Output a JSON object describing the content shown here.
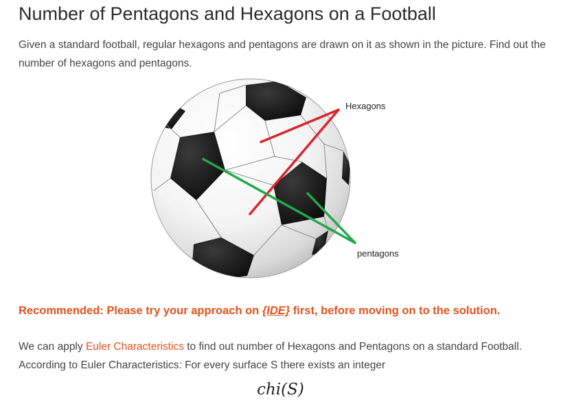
{
  "article": {
    "title": "Number of Pentagons and Hexagons on a Football",
    "intro": "Given a standard football, regular hexagons and pentagons are drawn on it as shown in the picture. Find out the number of hexagons and pentagons.",
    "figure": {
      "label_hexagons": "Hexagons",
      "label_pentagons": "pentagons",
      "hexagon_pointer_color": "#d9252a",
      "pentagon_pointer_color": "#22a84a"
    },
    "recommended": {
      "prefix": "Recommended: Please try your approach on ",
      "link_text": "{IDE}",
      "suffix": " first, before moving on to the solution."
    },
    "body": {
      "line1_before": "We can apply ",
      "line1_link": "Euler Characteristics",
      "line1_after": " to find out number of Hexagons and Pentagons on a standard Football.",
      "line2": "According to Euler Characteristics: For every surface S there exists an integer"
    },
    "formula": "chi(S)",
    "accent_color": "#e2521d"
  }
}
